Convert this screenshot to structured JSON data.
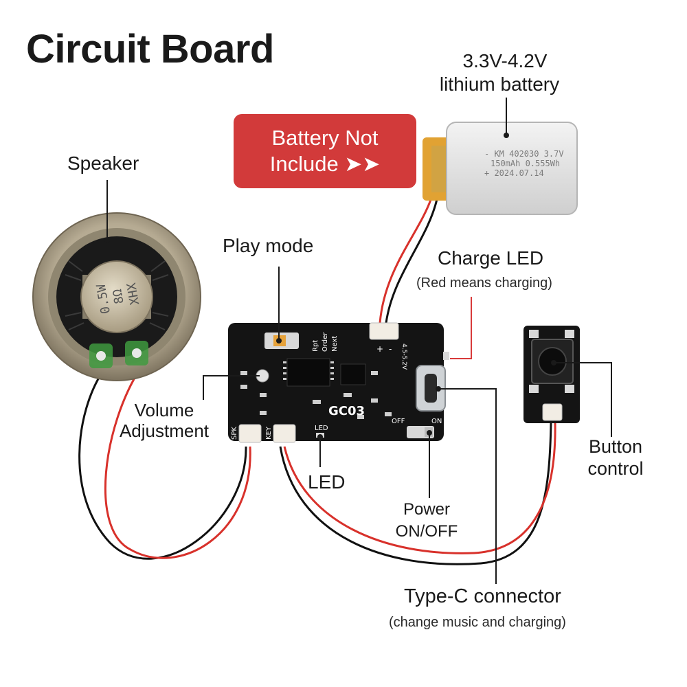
{
  "title": "Circuit Board",
  "badge": {
    "line1": "Battery Not",
    "line2": "Include ➤➤"
  },
  "battery": {
    "label_line1": "3.3V-4.2V",
    "label_line2": "lithium battery",
    "print_line1": "- KM 402030 3.7V",
    "print_line2": "150mAh 0.555Wh",
    "print_line3": "+ 2024.07.14"
  },
  "speaker": {
    "label": "Speaker",
    "print_line1": "0.5W",
    "print_line2": "8Ω",
    "print_line3": "XHX"
  },
  "labels": {
    "play_mode": "Play mode",
    "charge_led": "Charge LED",
    "charge_led_note": "(Red means charging)",
    "volume_line1": "Volume",
    "volume_line2": "Adjustment",
    "led": "LED",
    "power_line1": "Power",
    "power_line2": "ON/OFF",
    "button_line1": "Button",
    "button_line2": "control",
    "typec": "Type-C connector",
    "typec_note": "(change music and charging)"
  },
  "board": {
    "model": "GC03",
    "silk_rpt": "Rpt",
    "silk_order": "Order",
    "silk_next": "Next",
    "silk_voltage": "4.5-5.2V",
    "silk_spk": "SPK",
    "silk_key": "KEY",
    "silk_led": "LED",
    "silk_off": "OFF",
    "silk_on": "ON",
    "silk_plus": "+",
    "silk_minus": "-"
  },
  "colors": {
    "badge": "#d23a3a",
    "board": "#141414",
    "wire_red": "#d8312b",
    "wire_black": "#111111",
    "leader_red": "#d83a3a",
    "leader_black": "#1a1a1a"
  }
}
